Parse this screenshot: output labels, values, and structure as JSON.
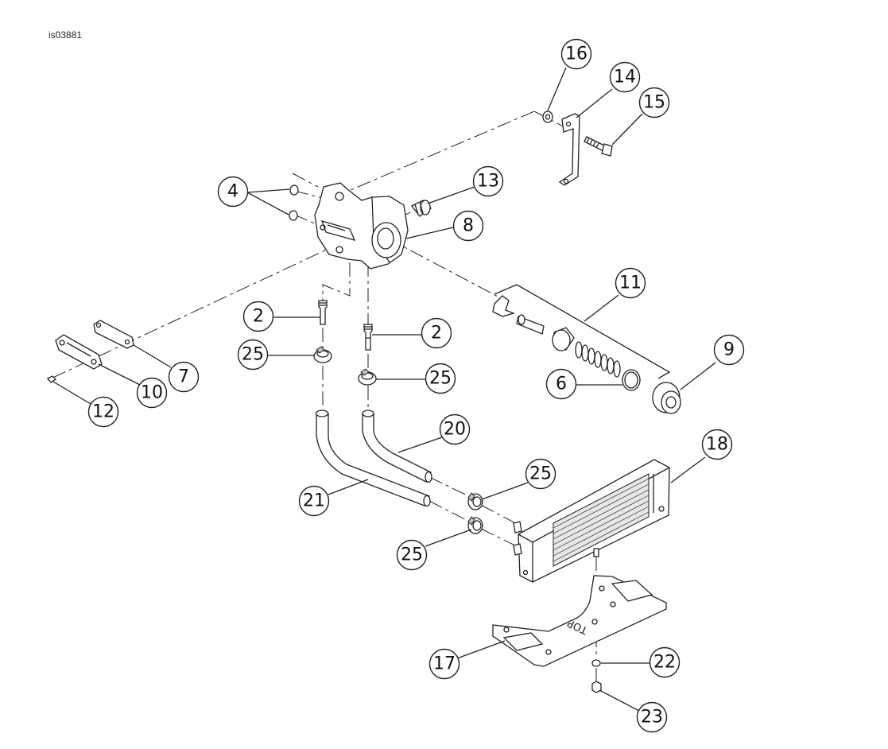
{
  "figure_id": "is03881",
  "stamp_text": "TOP",
  "callouts": [
    {
      "key": "c16",
      "label": "16"
    },
    {
      "key": "c14",
      "label": "14"
    },
    {
      "key": "c15",
      "label": "15"
    },
    {
      "key": "c4",
      "label": "4"
    },
    {
      "key": "c13",
      "label": "13"
    },
    {
      "key": "c8",
      "label": "8"
    },
    {
      "key": "c11",
      "label": "11"
    },
    {
      "key": "c2a",
      "label": "2"
    },
    {
      "key": "c2b",
      "label": "2"
    },
    {
      "key": "c9",
      "label": "9"
    },
    {
      "key": "c25a",
      "label": "25"
    },
    {
      "key": "c25b",
      "label": "25"
    },
    {
      "key": "c6",
      "label": "6"
    },
    {
      "key": "c7",
      "label": "7"
    },
    {
      "key": "c10",
      "label": "10"
    },
    {
      "key": "c12",
      "label": "12"
    },
    {
      "key": "c20",
      "label": "20"
    },
    {
      "key": "c18",
      "label": "18"
    },
    {
      "key": "c25c",
      "label": "25"
    },
    {
      "key": "c21",
      "label": "21"
    },
    {
      "key": "c25d",
      "label": "25"
    },
    {
      "key": "c17",
      "label": "17"
    },
    {
      "key": "c22",
      "label": "22"
    },
    {
      "key": "c23",
      "label": "23"
    }
  ]
}
